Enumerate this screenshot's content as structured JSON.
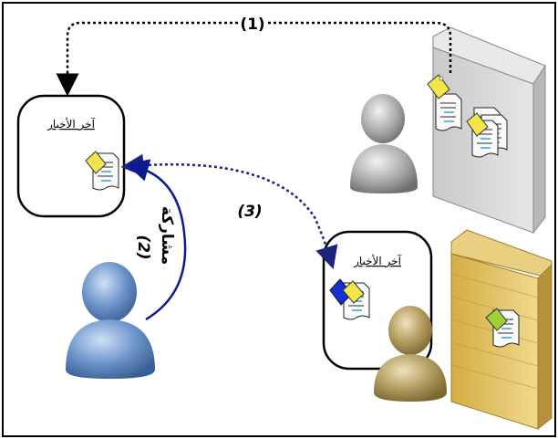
{
  "labels": {
    "step1": "(1)",
    "step2": "(2)",
    "step3": "(3)",
    "share": "مشاركة"
  },
  "boxes": {
    "left_title": "آخر الأخبار",
    "right_title": "آخر الأخبار"
  },
  "colors": {
    "frame": "#000000",
    "arrow_dotted": "#000000",
    "arrow_blue_dotted": "#1a237e",
    "arrow_blue_solid": "#0d1b8f",
    "tag_yellow": "#f3e64a",
    "tag_blue": "#1630d6",
    "tag_green": "#9fcf3a",
    "person_gray": "#9a9a9a",
    "person_blue": "#5b87c0",
    "person_khaki": "#a8935a",
    "wall_gray": "#d0d0d0",
    "wall_tan": "#d9b85a"
  },
  "icons": [
    "dotted-arrow-icon",
    "person-icon",
    "server-wall-icon",
    "feed-document-icon",
    "tag-icon"
  ]
}
